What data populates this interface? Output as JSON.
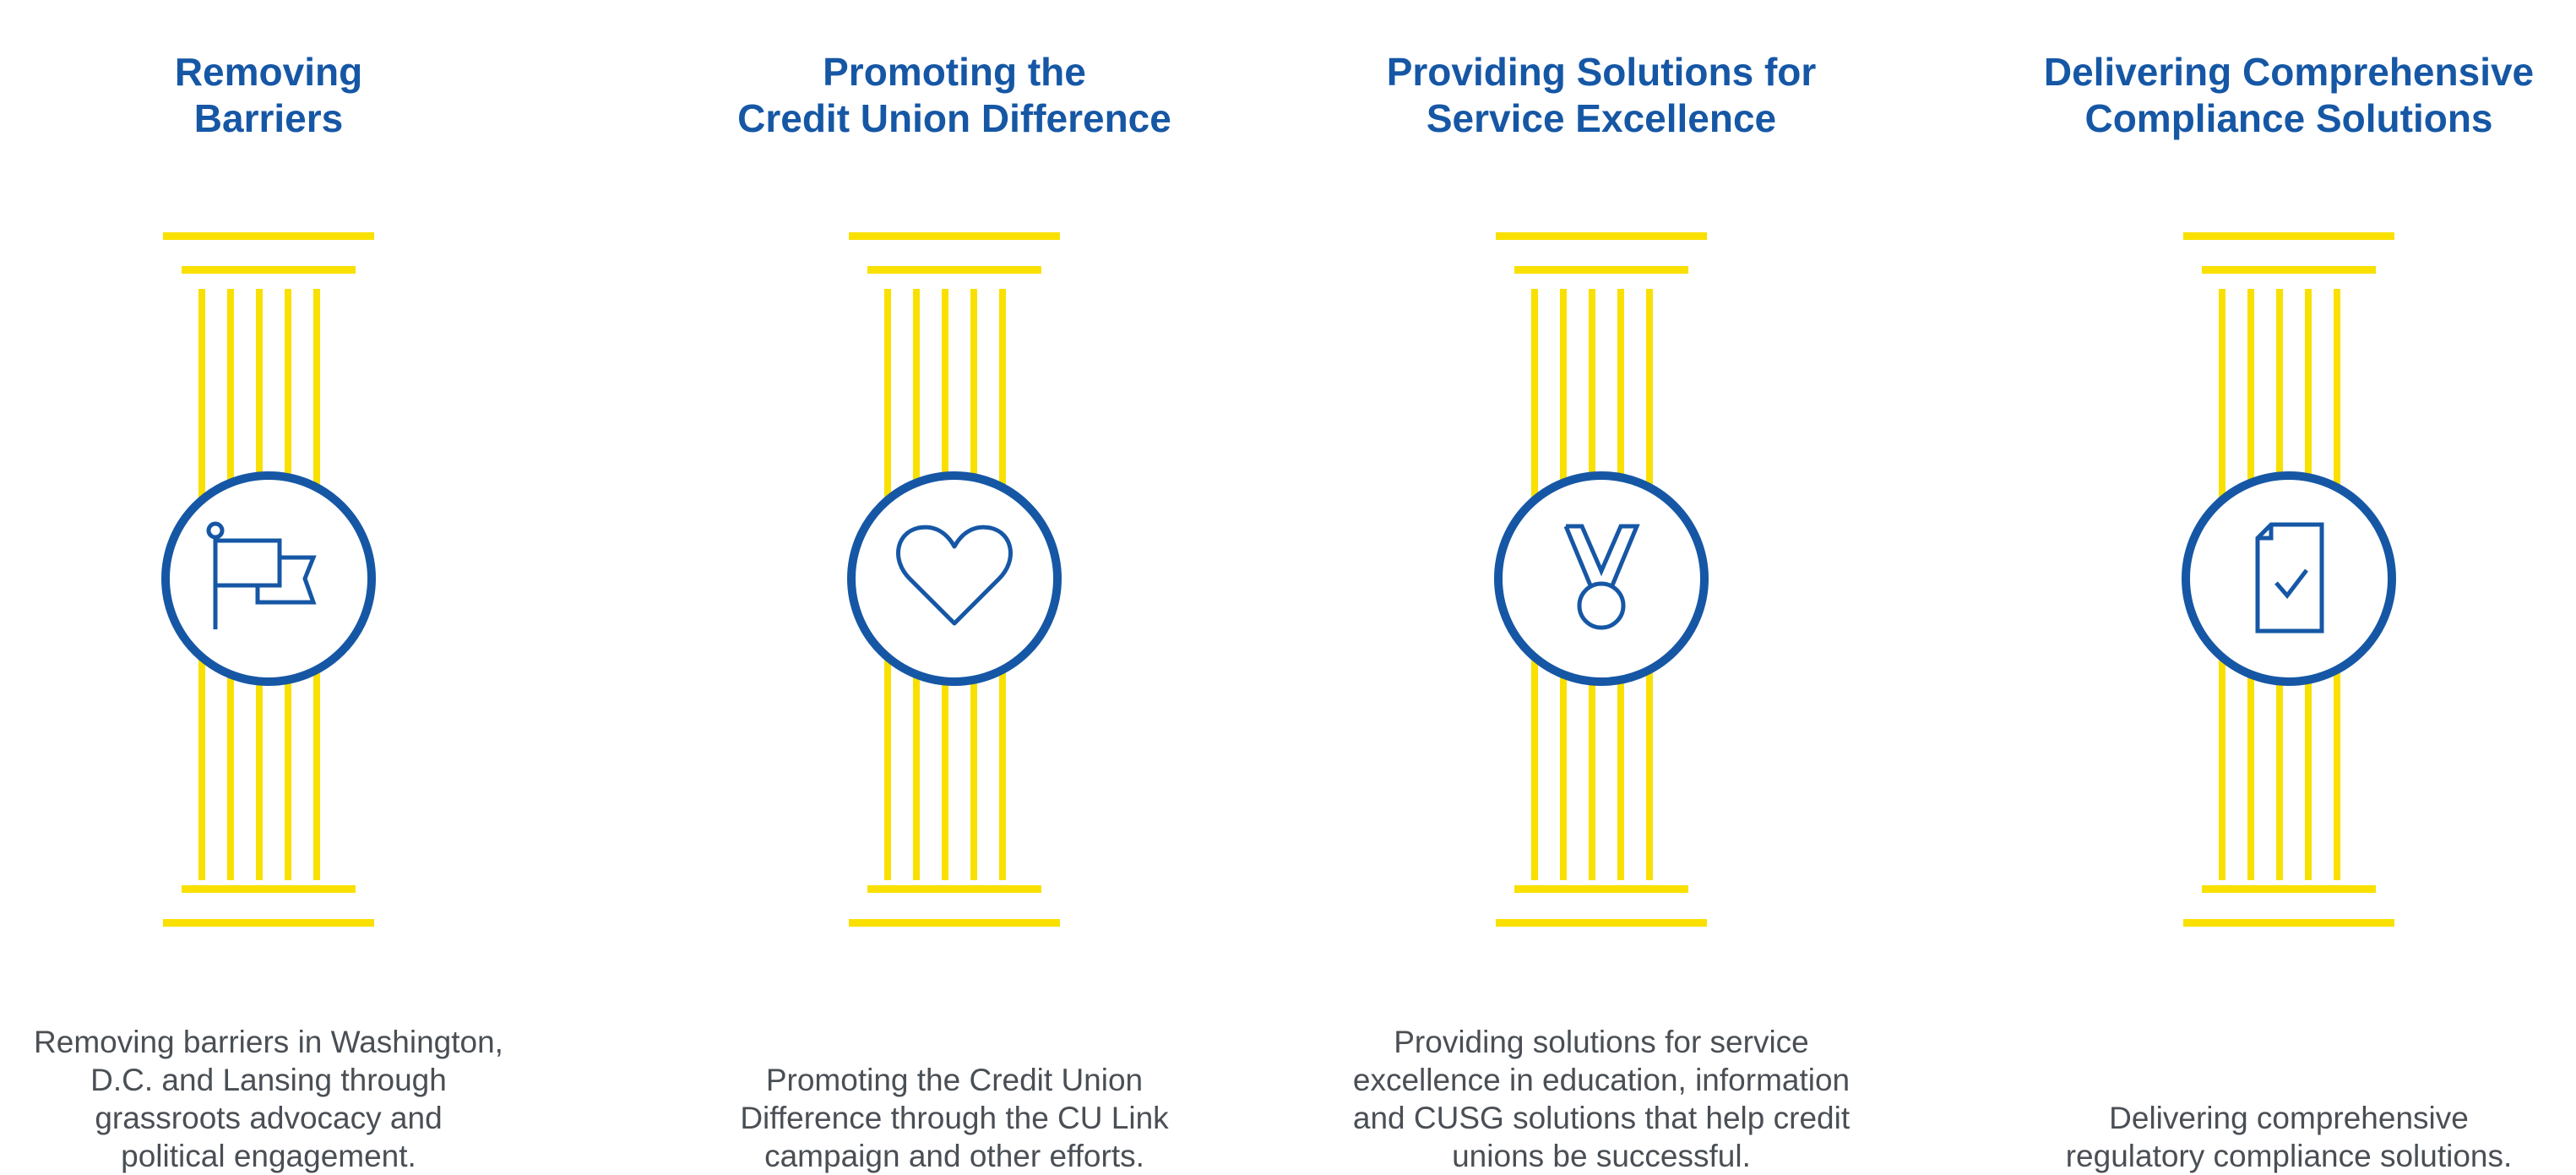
{
  "colors": {
    "accent_blue": "#1657a5",
    "column_yellow": "#f9e000",
    "body_text": "#4a4f55"
  },
  "pillars": [
    {
      "title": "Removing\nBarriers",
      "icon": "flag-icon",
      "description": "Removing barriers in Washington,\nD.C. and Lansing through\ngrassroots advocacy and\npolitical engagement."
    },
    {
      "title": "Promoting the\nCredit Union Difference",
      "icon": "heart-icon",
      "description": "Promoting the Credit Union\nDifference through the CU Link\ncampaign and other efforts."
    },
    {
      "title": "Providing Solutions for\nService Excellence",
      "icon": "medal-icon",
      "description": "Providing solutions for service\nexcellence in education, information\nand CUSG solutions that help credit\nunions be successful."
    },
    {
      "title": "Delivering Comprehensive\nCompliance Solutions",
      "icon": "document-check-icon",
      "description": "Delivering comprehensive\nregulatory compliance solutions."
    }
  ]
}
